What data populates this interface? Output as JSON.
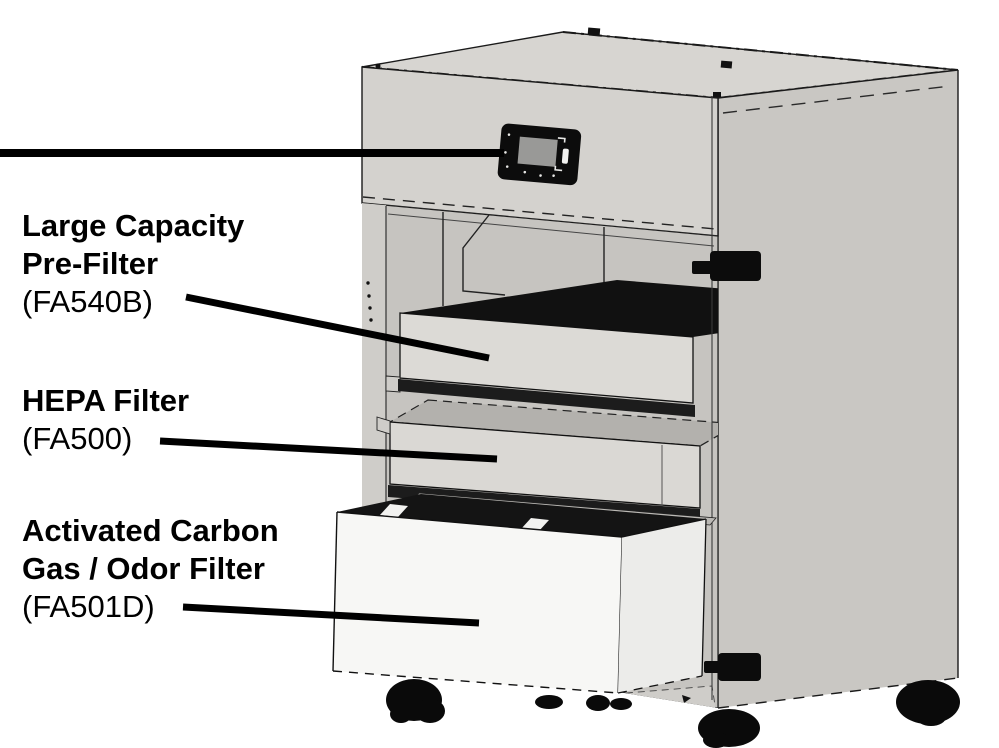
{
  "figure": {
    "type": "labeled-parts-diagram",
    "callouts": [
      {
        "lines": [
          "Large Capacity",
          "Pre-Filter"
        ],
        "code": "(FA540B)"
      },
      {
        "lines": [
          "HEPA Filter"
        ],
        "code": "(FA500)"
      },
      {
        "lines": [
          "Activated Carbon",
          "Gas / Odor Filter"
        ],
        "code": "(FA501D)"
      }
    ],
    "colors": {
      "background": "#ffffff",
      "line": "#000000",
      "cabinet_top": "#d7d5d1",
      "cabinet_front": "#d4d2ce",
      "cabinet_side": "#c9c7c3",
      "interior": "#c6c4c0",
      "hepa_top_gray": "#b3b1ad",
      "drawer_white": "#f7f7f5",
      "filter_media_black": "#141414"
    }
  }
}
